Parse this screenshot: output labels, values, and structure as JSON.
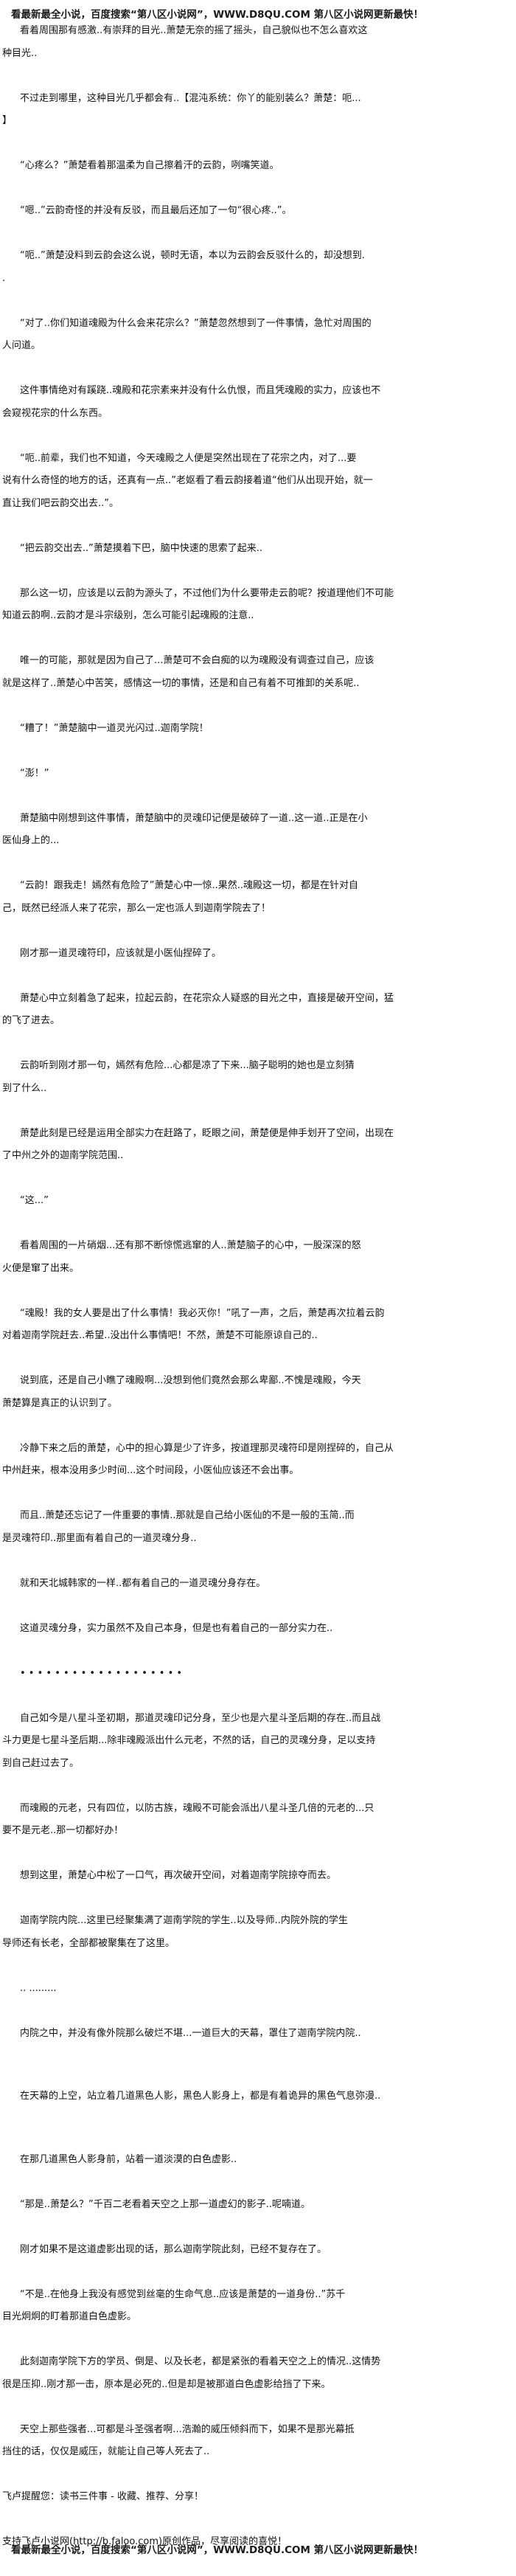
{
  "banner": "看最新最全小说，百度搜索“第八区小说网”，WWW.D8QU.COM 第八区小说网更新最快！",
  "paragraphs": [
    {
      "lines": [
        "看着周围那有感激..有崇拜的目光..萧楚无奈的摇了摇头，自己貌似也不怎么喜欢这",
        "种目光.."
      ]
    },
    {
      "lines": [
        "不过走到哪里，这种目光几乎都会有..【混沌系统：你丫的能别装么？萧楚：呃...",
        "】"
      ]
    },
    {
      "lines": [
        "“心疼么？”萧楚看着那温柔为自己擦着汗的云韵，咧嘴笑道。"
      ]
    },
    {
      "lines": [
        "“嗯..”云韵奇怪的并没有反驳，而且最后还加了一句“很心疼..”。"
      ]
    },
    {
      "lines": [
        "“呃..”萧楚没料到云韵会这么说，顿时无语，本以为云韵会反驳什么的，却没想到.",
        "."
      ]
    },
    {
      "lines": [
        "“对了..你们知道魂殿为什么会来花宗么？”萧楚忽然想到了一件事情，急忙对周围的",
        "人问道。"
      ]
    },
    {
      "lines": [
        "这件事情绝对有蹊跷..魂殿和花宗素来并没有什么仇恨，而且凭魂殿的实力，应该也不",
        "会窥视花宗的什么东西。"
      ]
    },
    {
      "lines": [
        "“呃..前辈，我们也不知道，今天魂殿之人便是突然出现在了花宗之内，对了...要",
        "说有什么奇怪的地方的话，还真有一点..”老妪看了看云韵接着道“他们从出现开始，就一",
        "直让我们吧云韵交出去..”。"
      ]
    },
    {
      "lines": [
        "“把云韵交出去..”萧楚摸着下巴，脑中快速的思索了起来.."
      ]
    },
    {
      "lines": [
        "那么这一切，应该是以云韵为源头了，不过他们为什么要带走云韵呢？按道理他们不可能",
        "知道云韵啊..云韵才是斗宗级别，怎么可能引起魂殿的注意.."
      ]
    },
    {
      "lines": [
        "唯一的可能，那就是因为自己了...萧楚可不会白痴的以为魂殿没有调查过自己，应该",
        "就是这样了..萧楚心中苦笑，感情这一切的事情，还是和自己有着不可推卸的关系呢.."
      ]
    },
    {
      "lines": [
        "“糟了！”萧楚脑中一道灵光闪过..迦南学院！"
      ]
    },
    {
      "lines": [
        "“澎！”"
      ]
    },
    {
      "lines": [
        "萧楚脑中刚想到这件事情，萧楚脑中的灵魂印记便是破碎了一道..这一道..正是在小",
        "医仙身上的..."
      ]
    },
    {
      "lines": [
        "“云韵！跟我走！嫣然有危险了”萧楚心中一惊..果然..魂殿这一切，都是在针对自",
        "己，既然已经派人来了花宗，那么一定也派人到迦南学院去了！"
      ]
    },
    {
      "lines": [
        "刚才那一道灵魂符印，应该就是小医仙捏碎了。"
      ]
    },
    {
      "lines": [
        "萧楚心中立刻着急了起来，拉起云韵，在花宗众人疑惑的目光之中，直接是破开空间，猛",
        "的飞了进去。"
      ]
    },
    {
      "lines": [
        "云韵听到刚才那一句，嫣然有危险...心都是凉了下来...脑子聪明的她也是立刻猜",
        "到了什么.."
      ]
    },
    {
      "lines": [
        "萧楚此刻是已经是运用全部实力在赶路了，眨眼之间，萧楚便是伸手划开了空间，出现在",
        "了中州之外的迦南学院范围.."
      ]
    },
    {
      "lines": [
        "“这...”"
      ]
    },
    {
      "lines": [
        "看着周围的一片硝烟...还有那不断惊慌逃窜的人..萧楚脑子的心中，一股深深的怒",
        "火便是窜了出来。"
      ]
    },
    {
      "lines": [
        "“魂殿！我的女人要是出了什么事情！我必灭你！”吼了一声，之后，萧楚再次拉着云韵",
        "对着迦南学院赶去..希望..没出什么事情吧！不然，萧楚不可能原谅自己的.."
      ]
    },
    {
      "lines": [
        "说到底，还是自己小瞧了魂殿啊...没想到他们竟然会那么卑鄙..不愧是魂殿，今天",
        "萧楚算是真正的认识到了。"
      ]
    },
    {
      "lines": [
        "冷静下来之后的萧楚，心中的担心算是少了许多，按道理那灵魂符印是刚捏碎的，自己从",
        "中州赶来，根本没用多少时间...这个时间段，小医仙应该还不会出事。"
      ]
    },
    {
      "lines": [
        "而且..萧楚还忘记了一件重要的事情..那就是自己给小医仙的不是一般的玉简..而",
        "是灵魂符印..那里面有着自己的一道灵魂分身.."
      ]
    },
    {
      "lines": [
        "就和天北城韩家的一样..都有着自己的一道灵魂分身存在。"
      ]
    },
    {
      "lines": [
        "这道灵魂分身，实力虽然不及自己本身，但是也有着自己的一部分实力在.."
      ]
    },
    {
      "lines": [
        "• •  • • • • • • • • • • •  • • • • • •"
      ]
    },
    {
      "lines": [
        "自己如今是八星斗圣初期，那道灵魂印记分身，至少也是六星斗圣后期的存在..而且战",
        "斗力更是七星斗圣后期...除非魂殿派出什么元老，不然的话，自己的灵魂分身，足以支持",
        "到自己赶过去了。"
      ]
    },
    {
      "lines": [
        "而魂殿的元老，只有四位，以防古族，魂殿不可能会派出八星斗圣几倍的元老的...只",
        "要不是元老..那一切都好办！"
      ]
    },
    {
      "lines": [
        "想到这里，萧楚心中松了一口气，再次破开空间，对着迦南学院掠夺而去。"
      ]
    },
    {
      "lines": [
        "迦南学院内院...这里已经聚集满了迦南学院的学生..以及导师..内院外院的学生",
        "导师还有长老，全部都被聚集在了这里。"
      ]
    },
    {
      "lines": [
        ".. ........."
      ]
    },
    {
      "lines": [
        "内院之中，并没有像外院那么破烂不堪...一道巨大的天幕，罩住了迦南学院内院.."
      ],
      "wide": true
    },
    {
      "lines": [
        "在天幕的上空，站立着几道黑色人影，黑色人影身上，都是有着诡异的黑色气息弥漫.."
      ],
      "wide": true
    },
    {
      "lines": [
        "在那几道黑色人影身前，站着一道淡漠的白色虚影.."
      ]
    },
    {
      "lines": [
        "“那是..萧楚么？”千百二老看着天空之上那一道虚幻的影子..呢喃道。"
      ]
    },
    {
      "lines": [
        "刚才如果不是这道虚影出现的话，那么迦南学院此刻，已经不复存在了。"
      ]
    },
    {
      "lines": [
        "“不是..在他身上我没有感觉到丝毫的生命气息..应该是萧楚的一道身份..”苏千",
        "目光炯炯的盯着那道白色虚影。"
      ]
    },
    {
      "lines": [
        "此刻迦南学院下方的学员、倒是、以及长老，都是紧张的看着天空之上的情况..这情势",
        "很是压抑..刚才那一击，原本是必死的..但是却是被那道白色虚影给挡了下来。"
      ]
    },
    {
      "lines": [
        "天空上那些强者...可都是斗圣强者啊...浩瀚的威压倾斜而下，如果不是那光幕抵",
        "挡住的话，仅仅是威压，就能让自己等人死去了.."
      ]
    },
    {
      "lines": [
        "飞卢提醒您：读书三件事 - 收藏、推荐、分享！"
      ],
      "noindent": true
    },
    {
      "lines": [
        "支持飞卢小说网(http://b.faloo.com)原创作品，尽享阅读的喜悦！"
      ],
      "noindent": true
    }
  ]
}
